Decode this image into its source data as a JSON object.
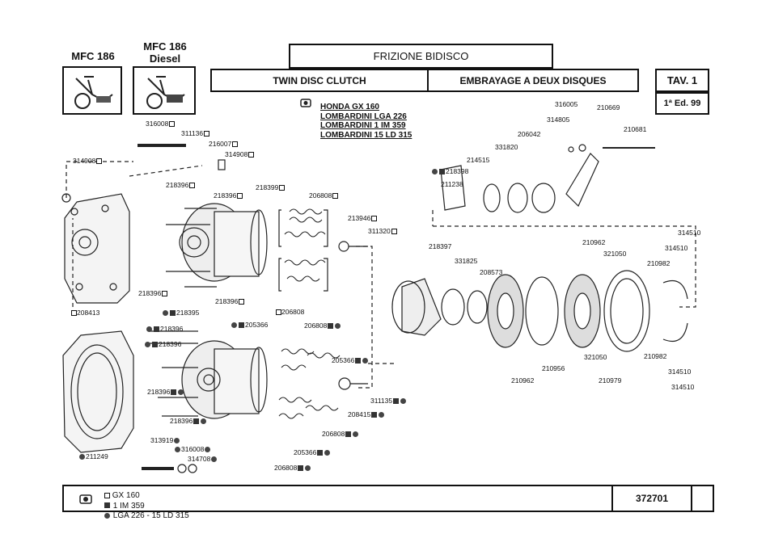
{
  "header": {
    "model_1": "MFC 186",
    "model_2_line1": "MFC 186",
    "model_2_line2": "Diesel",
    "title_it": "FRIZIONE BIDISCO",
    "title_en": "TWIN DISC CLUTCH",
    "title_fr": "EMBRAYAGE A DEUX DISQUES",
    "table": "TAV. 1",
    "edition": "1ª Ed. 99"
  },
  "engines": [
    "HONDA GX 160",
    "LOMBARDINI LGA 226",
    "LOMBARDINI 1 IM 359",
    "LOMBARDINI 15 LD 315"
  ],
  "part_numbers": {
    "p316008a": "316008",
    "p311136": "311136",
    "p216007": "216007",
    "p314908a": "314908",
    "p314908b": "314908",
    "p218396a": "218396",
    "p218396b": "218396",
    "p218399": "218399",
    "p206808a": "206808",
    "p213946": "213946",
    "p311320": "311320",
    "p218396c": "218396",
    "p218396d": "218396",
    "p208413": "208413",
    "p206808b": "206808",
    "p218395": "218395",
    "p218396e": "218396",
    "p218396f": "218396",
    "p205366a": "205366",
    "p206808c": "206808",
    "p205366b": "205366",
    "p218396g": "218396",
    "p218396h": "218396",
    "p311135": "311135",
    "p208415": "208415",
    "p206808d": "206808",
    "p313919": "313919",
    "p316008b": "316008",
    "p314708": "314708",
    "p211249": "211249",
    "p205366c": "205366",
    "p206808e": "206808",
    "p316005": "316005",
    "p210669": "210669",
    "p314805": "314805",
    "p206042": "206042",
    "p210681": "210681",
    "p331820": "331820",
    "p214515": "214515",
    "p218398": "218398",
    "p211238": "211238",
    "p218397": "218397",
    "p331825": "331825",
    "p208573": "208573",
    "p210962a": "210962",
    "p321050a": "321050",
    "p210982a": "210982",
    "p314510a": "314510",
    "p314510b": "314510",
    "p210962b": "210962",
    "p210956": "210956",
    "p321050b": "321050",
    "p210979": "210979",
    "p210982b": "210982",
    "p314510c": "314510",
    "p314510d": "314510"
  },
  "footer": {
    "legend_gx": "GX 160",
    "legend_im": "1 IM 359",
    "legend_lga": "LGA 226 - 15 LD 315",
    "code": "372701"
  }
}
